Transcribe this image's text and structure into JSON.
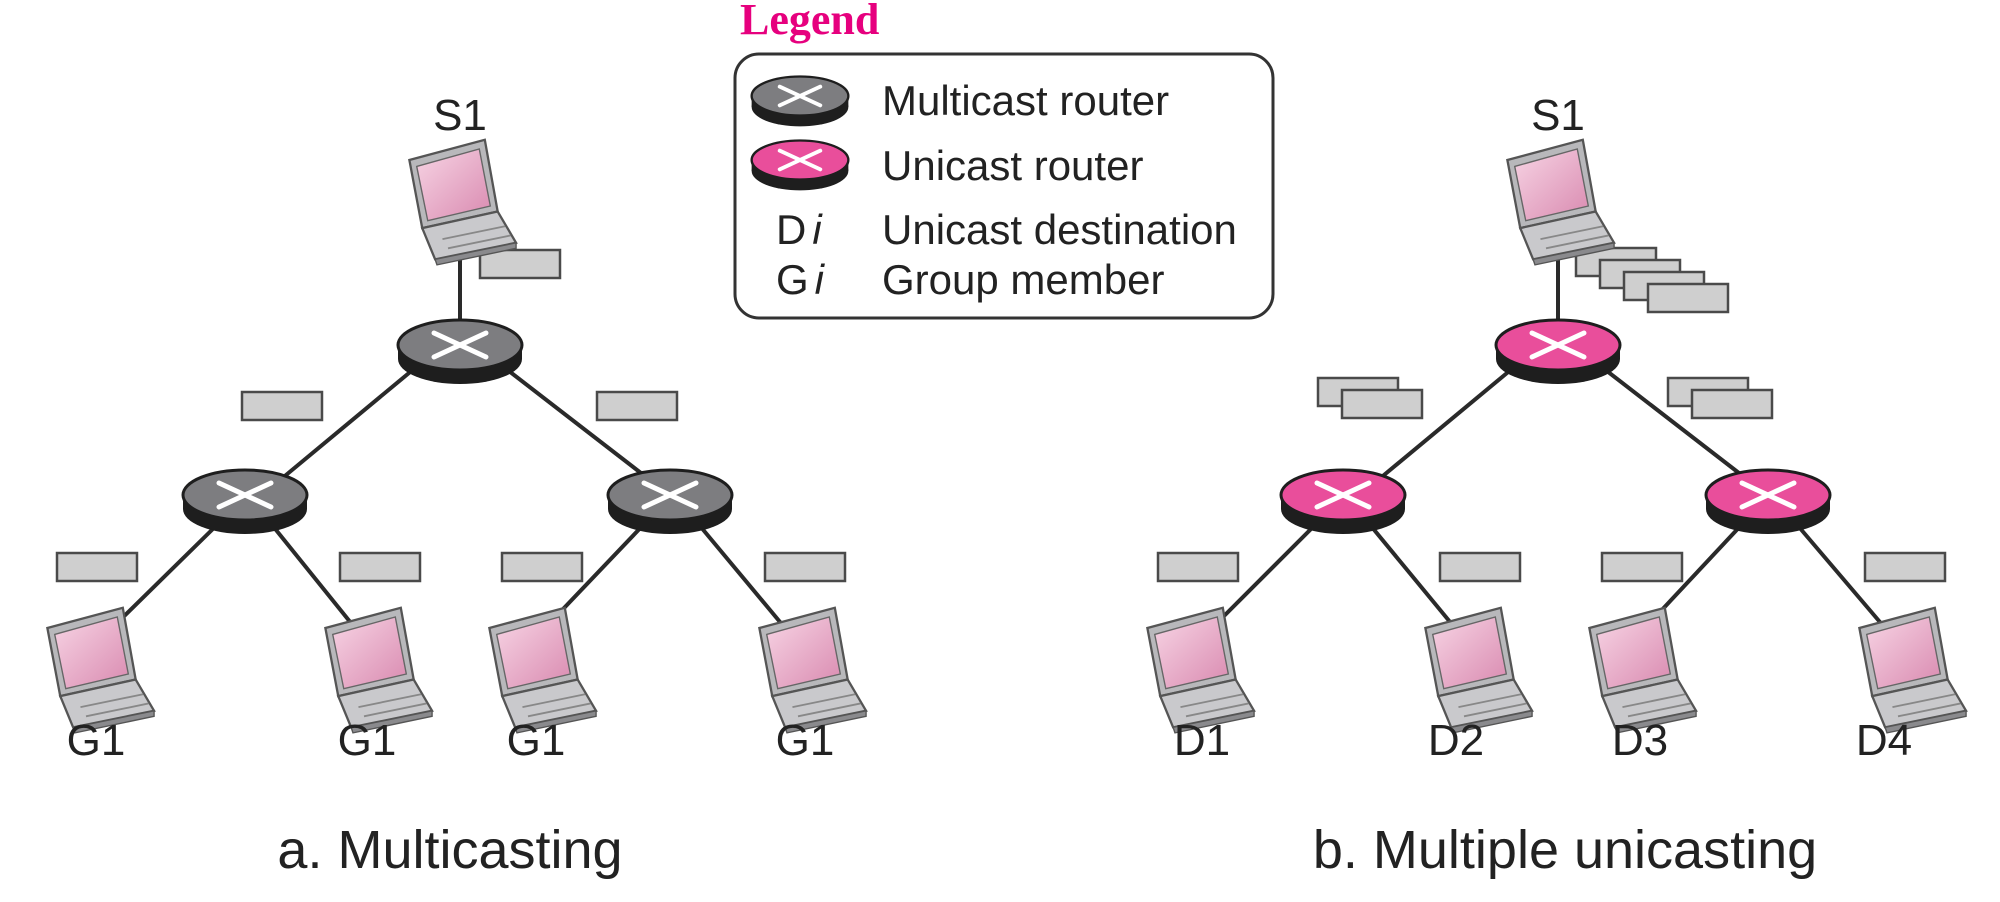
{
  "legend": {
    "title": "Legend",
    "accent_color": "#e6007e",
    "items": [
      {
        "symbol": "",
        "icon": "multicast-router-icon",
        "label": "Multicast router"
      },
      {
        "symbol": "",
        "icon": "unicast-router-icon",
        "label": "Unicast router"
      },
      {
        "symbol_letter": "D",
        "symbol_index": "i",
        "label": "Unicast destination"
      },
      {
        "symbol_letter": "G",
        "symbol_index": "i",
        "label": "Group member"
      }
    ]
  },
  "multicasting": {
    "caption": "a. Multicasting",
    "source_label": "S1",
    "router_color": "#7d7d80",
    "leaf_labels": [
      "G1",
      "G1",
      "G1",
      "G1"
    ]
  },
  "unicasting": {
    "caption": "b. Multiple unicasting",
    "source_label": "S1",
    "router_color": "#e94e9b",
    "leaf_labels": [
      "D1",
      "D2",
      "D3",
      "D4"
    ]
  }
}
